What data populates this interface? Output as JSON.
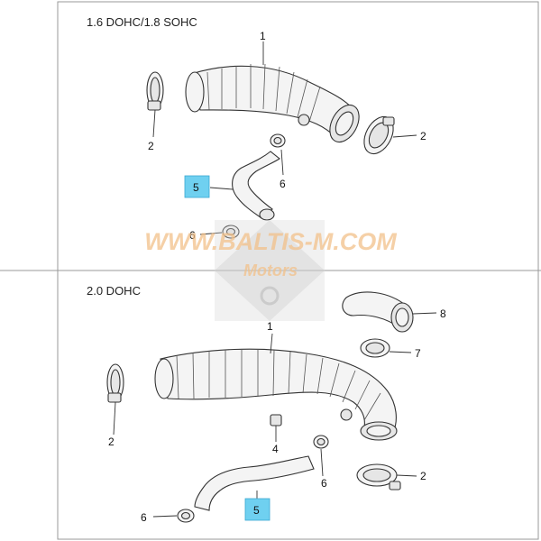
{
  "panels": [
    {
      "title": "1.6 DOHC/1.8 SOHC",
      "callouts": [
        {
          "id": "1",
          "label": "1"
        },
        {
          "id": "2a",
          "label": "2"
        },
        {
          "id": "2b",
          "label": "2"
        },
        {
          "id": "5",
          "label": "5"
        },
        {
          "id": "6a",
          "label": "6"
        },
        {
          "id": "6b",
          "label": "6"
        }
      ]
    },
    {
      "title": "2.0 DOHC",
      "callouts": [
        {
          "id": "1",
          "label": "1"
        },
        {
          "id": "2a",
          "label": "2"
        },
        {
          "id": "2b",
          "label": "2"
        },
        {
          "id": "4",
          "label": "4"
        },
        {
          "id": "5",
          "label": "5"
        },
        {
          "id": "6a",
          "label": "6"
        },
        {
          "id": "6b",
          "label": "6"
        },
        {
          "id": "7",
          "label": "7"
        },
        {
          "id": "8",
          "label": "8"
        }
      ]
    }
  ],
  "highlight_color": "#6fd0f0",
  "watermark": {
    "line1": "WWW.BALTIS-M.COM",
    "line2": "Motors"
  }
}
